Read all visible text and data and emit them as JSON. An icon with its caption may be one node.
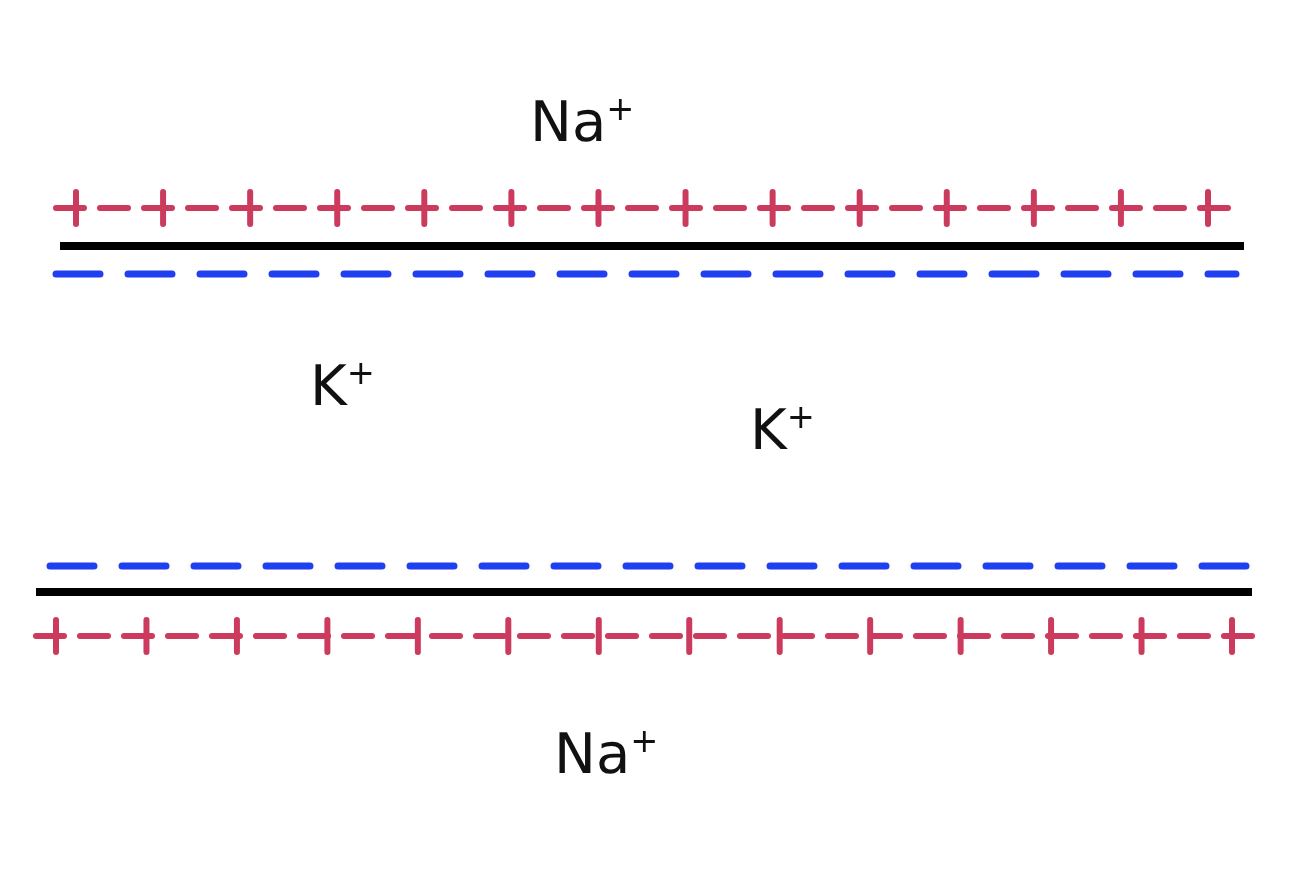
{
  "diagram": {
    "labels": [
      "Na$^{+}$",
      "K$^{+}$",
      "K$^{+}$",
      "Na$^{+}$"
    ]
  }
}
